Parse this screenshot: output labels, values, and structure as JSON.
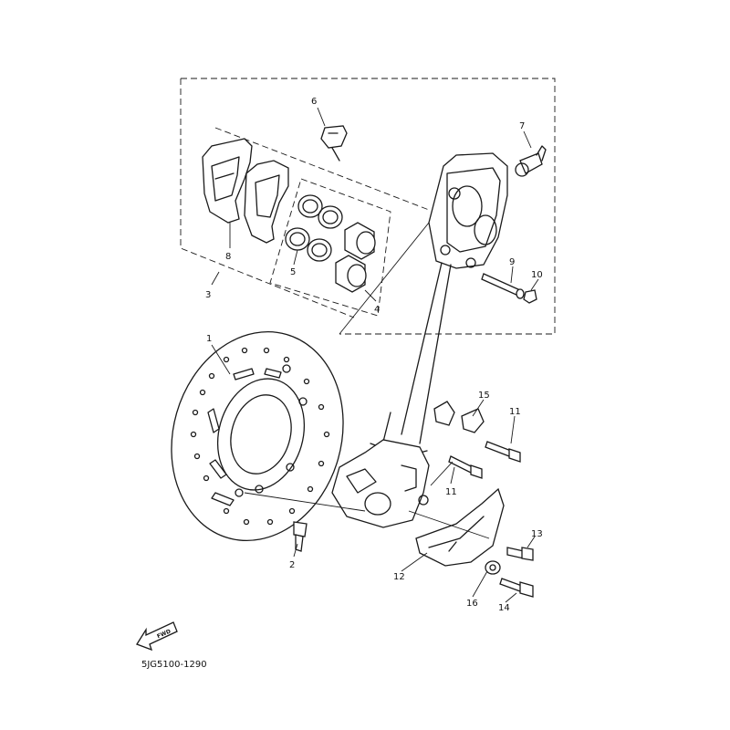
{
  "callouts": [
    "1",
    "2",
    "3",
    "4",
    "5",
    "6",
    "7",
    "8",
    "9",
    "10",
    "11",
    "11",
    "12",
    "13",
    "14",
    "15",
    "16"
  ],
  "fwd_label": "FWD",
  "diagram_code": "5JG5100-1290",
  "icons": [
    "forward-arrow-icon"
  ]
}
